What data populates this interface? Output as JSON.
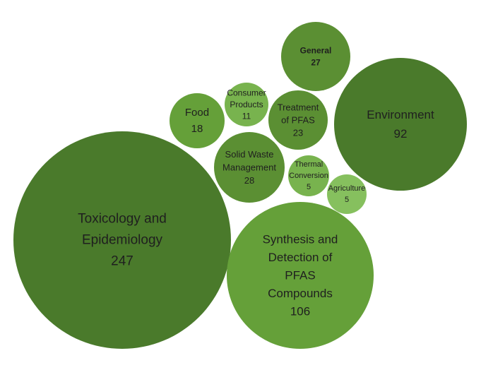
{
  "chart_data": {
    "type": "bubble",
    "grid": false,
    "legend": "none",
    "bubbles": [
      {
        "key": "toxicology",
        "label_lines": [
          "Toxicology and",
          "Epidemiology"
        ],
        "value": 247,
        "color": "#4a7a2b"
      },
      {
        "key": "synthesis",
        "label_lines": [
          "Synthesis and",
          "Detection of",
          "PFAS",
          "Compounds"
        ],
        "value": 106,
        "color": "#65a039"
      },
      {
        "key": "environment",
        "label_lines": [
          "Environment"
        ],
        "value": 92,
        "color": "#4a7a2b"
      },
      {
        "key": "solid-waste",
        "label_lines": [
          "Solid Waste",
          "Management"
        ],
        "value": 28,
        "color": "#5b8f33"
      },
      {
        "key": "general",
        "label_lines": [
          "General"
        ],
        "value": 27,
        "color": "#5b8f33"
      },
      {
        "key": "treatment",
        "label_lines": [
          "Treatment",
          "of PFAS"
        ],
        "value": 23,
        "color": "#5b8f33"
      },
      {
        "key": "food",
        "label_lines": [
          "Food"
        ],
        "value": 18,
        "color": "#65a039"
      },
      {
        "key": "consumer",
        "label_lines": [
          "Consumer",
          "Products"
        ],
        "value": 11,
        "color": "#78b34e"
      },
      {
        "key": "thermal",
        "label_lines": [
          "Thermal",
          "Conversion"
        ],
        "value": 5,
        "color": "#78b34e"
      },
      {
        "key": "agriculture",
        "label_lines": [
          "Agriculture"
        ],
        "value": 5,
        "color": "#86c05e"
      }
    ]
  }
}
